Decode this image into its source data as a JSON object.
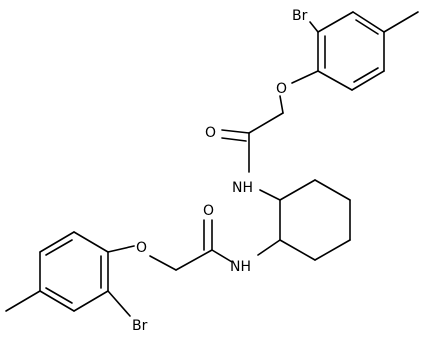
{
  "atoms": {
    "br_top": "Br",
    "o_ether_top": "O",
    "o_carbonyl_top": "O",
    "nh_top": "NH",
    "o_carbonyl_bottom": "O",
    "o_ether_bottom": "O",
    "nh_bottom": "NH",
    "br_bottom": "Br"
  }
}
